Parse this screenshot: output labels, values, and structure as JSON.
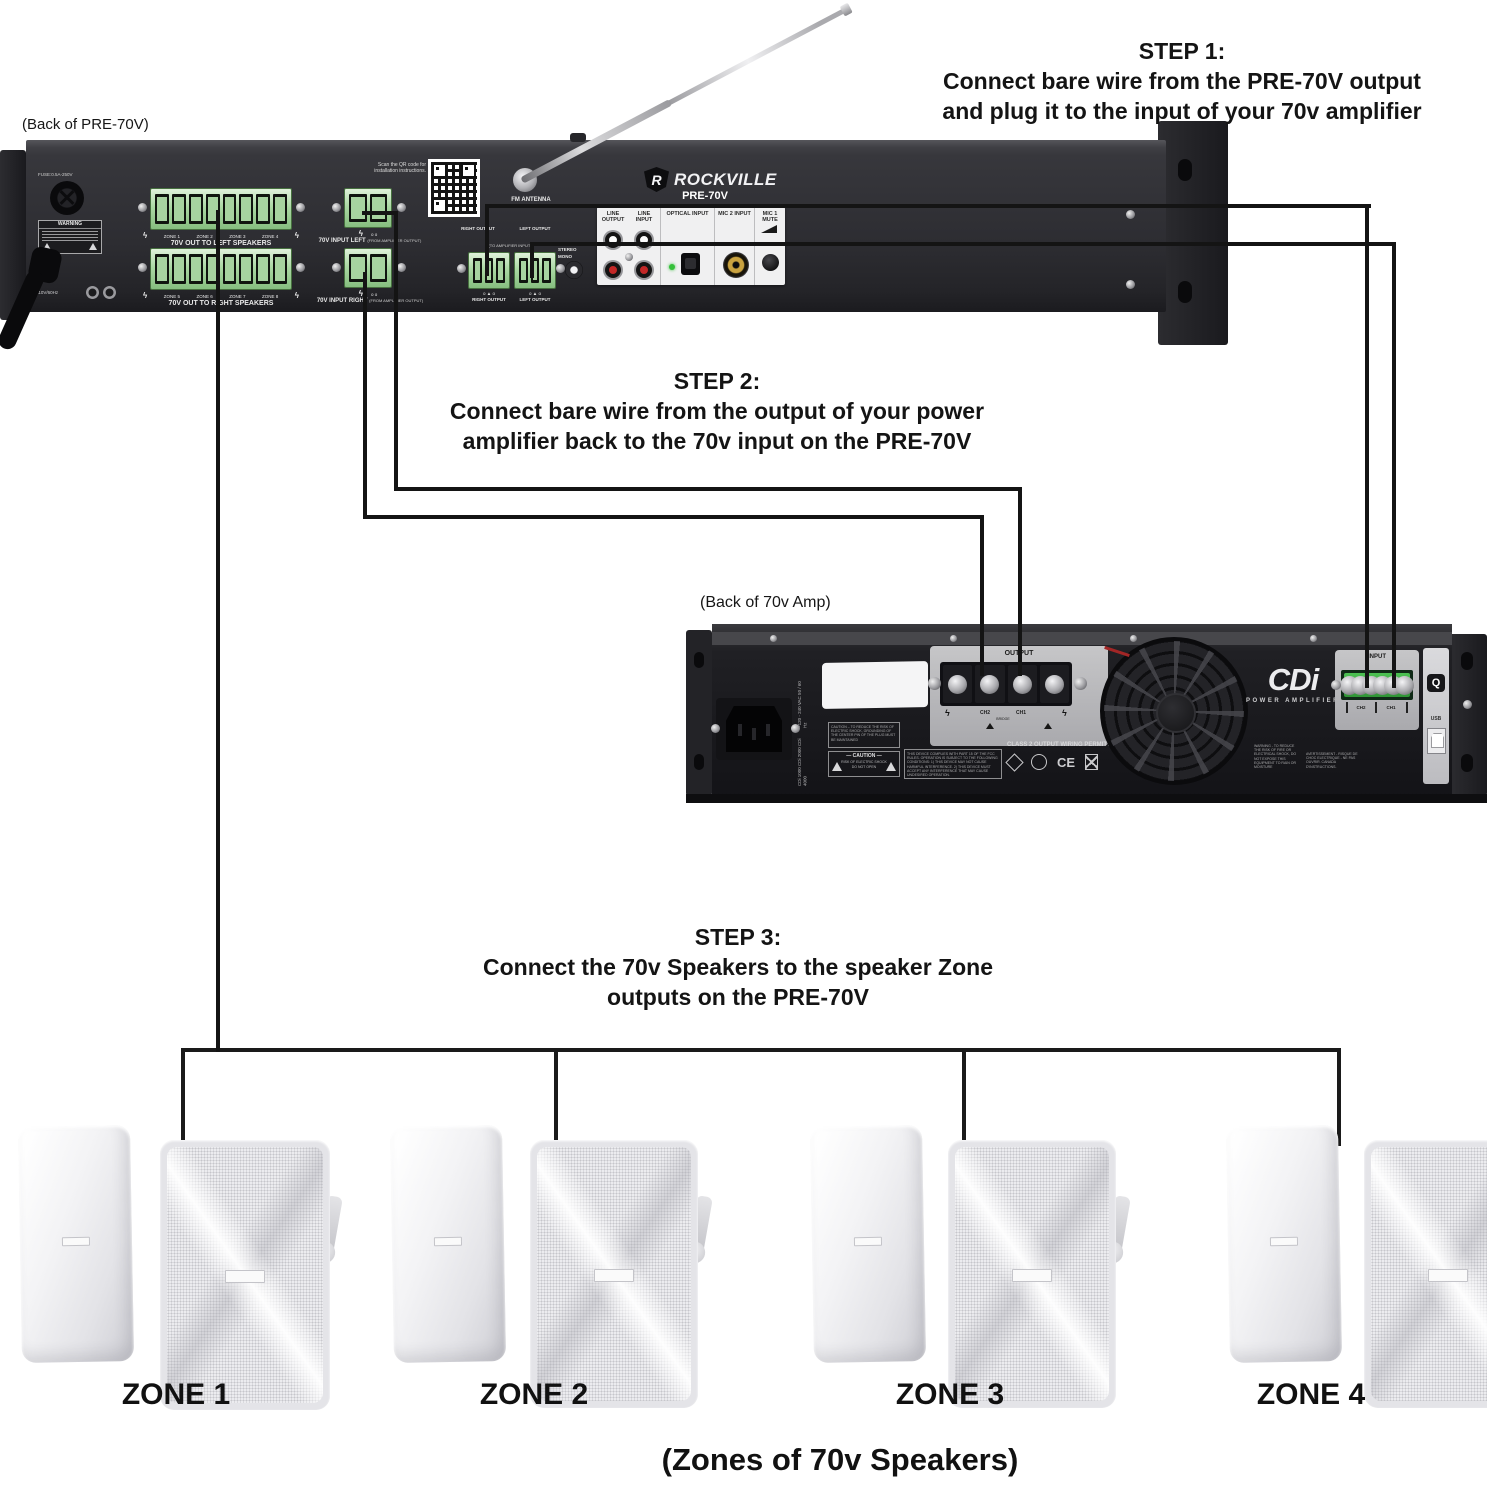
{
  "labels": {
    "back_pre70v": "(Back of PRE-70V)",
    "back_amp": "(Back of 70v Amp)",
    "zones_caption": "(Zones of 70v Speakers)"
  },
  "steps": [
    {
      "title": "STEP 1:",
      "line1": "Connect bare wire from the PRE-70V output",
      "line2": "and plug it to the input of your 70v amplifier"
    },
    {
      "title": "STEP 2:",
      "line1": "Connect bare wire from the output of your power",
      "line2": "amplifier back to the 70v input on the PRE-70V"
    },
    {
      "title": "STEP 3:",
      "line1": "Connect the 70v Speakers to the speaker Zone",
      "line2": "outputs on the PRE-70V"
    }
  ],
  "pre70v": {
    "fuse_label": "FUSE:0.5A-250V",
    "warning_title": "WARNING",
    "ac_label": "AC110V/60Hz",
    "bolt": "ϟ",
    "pin_pair": "o  o",
    "tri_marks": "o ▲ o",
    "out_left_zones": [
      "ZONE 1",
      "ZONE 2",
      "ZONE 3",
      "ZONE 4"
    ],
    "out_left_label": "70V OUT TO LEFT SPEAKERS",
    "out_right_zones": [
      "ZONE 5",
      "ZONE 6",
      "ZONE 7",
      "ZONE 8"
    ],
    "out_right_label": "70V OUT TO RIGHT SPEAKERS",
    "input_left_label": "70V INPUT LEFT",
    "input_left_sub": "(FROM AMPLIFIER OUTPUT)",
    "input_right_label": "70V INPUT RIGHT",
    "input_right_sub": "(FROM AMPLIFIER OUTPUT)",
    "qr_caption_1": "Scan the QR code for",
    "qr_caption_2": "installation instructions.",
    "fm_antenna": "FM ANTENNA",
    "brand": "ROCKVILLE",
    "brand_letter": "R",
    "model": "PRE-70V",
    "right_output": "RIGHT OUTPUT",
    "left_output": "LEFT OUTPUT",
    "to_amp": "(TO AMPLIFIER INPUT)",
    "stereo": "STEREO",
    "mono": "MONO",
    "line_output": "LINE OUTPUT",
    "line_input": "LINE INPUT",
    "optical_input": "OPTICAL INPUT",
    "mic2_input": "MIC 2 INPUT",
    "mic1_mute": "MIC 1 MUTE"
  },
  "amp": {
    "vac_label": "~120 - 240 VAC  50 / 60 Hz",
    "models_label": "CDi 1000  CDi 2000  CDi 4000",
    "caution_small": "CAUTION – TO REDUCE THE RISK OF ELECTRIC SHOCK, GROUNDING OF THE CENTER PIN OF THE PLUG MUST BE MAINTAINED",
    "caution_title": "— CAUTION —",
    "caution_line1": "RISK OF ELECTRIC SHOCK",
    "caution_line2": "DO NOT OPEN",
    "fcc_text": "THIS DEVICE COMPLIES WITH PART 15 OF THE FCC RULES. OPERATION IS SUBJECT TO THE FOLLOWING CONDITIONS: 1) THIS DEVICE MAY NOT CAUSE HARMFUL INTERFERENCE. 2) THIS DEVICE MUST ACCEPT ANY INTERFERENCE THAT MAY CAUSE UNDESIRED OPERATION.",
    "output_label": "OUTPUT",
    "ch2": "CH2",
    "ch1": "CH1",
    "bridge": "BRIDGE",
    "class2": "CLASS 2 OUTPUT WIRING PERMITTED",
    "ce": "CE",
    "brand": "CDi",
    "brand_sub": "POWER AMPLIFIER",
    "warning_text": "WARNING - TO REDUCE THE RISK OF FIRE OR ELECTRICAL SHOCK, DO NOT EXPOSE THIS EQUIPMENT TO RAIN OR MOISTURE",
    "avert_text": "AVERTISSEMENT - RISQUE DE CHOC ELECTRIQUE - NE PAS OUVRIR. CANADA D'INSTRUCTIONS.",
    "input_label": "INPUT",
    "usb": "USB",
    "q_letter": "Q"
  },
  "zones": {
    "labels": [
      "ZONE 1",
      "ZONE 2",
      "ZONE 3",
      "ZONE 4"
    ]
  }
}
